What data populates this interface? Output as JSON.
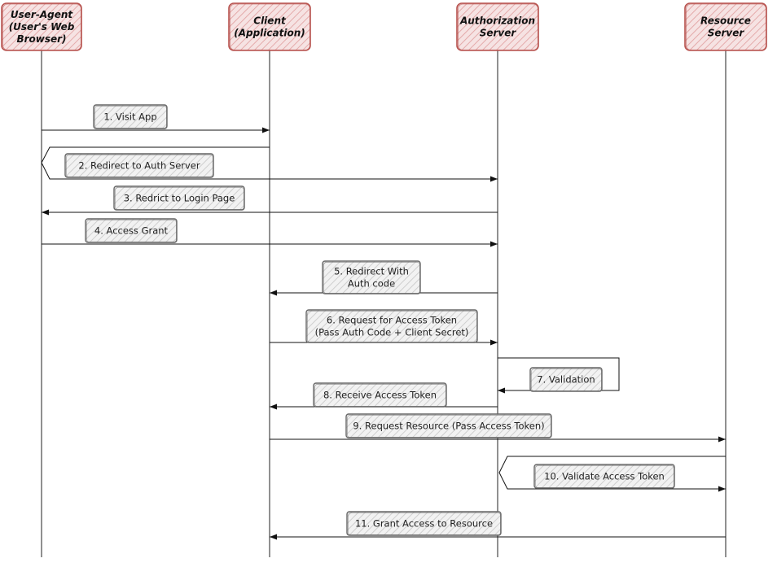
{
  "actors": [
    {
      "id": "ua",
      "lines": [
        "User-Agent",
        "(User's Web",
        "Browser)"
      ]
    },
    {
      "id": "client",
      "lines": [
        "Client",
        "(Application)"
      ]
    },
    {
      "id": "auth",
      "lines": [
        "Authorization",
        "Server"
      ]
    },
    {
      "id": "res",
      "lines": [
        "Resource",
        "Server"
      ]
    }
  ],
  "messages": [
    {
      "n": 1,
      "lines": [
        "1. Visit App"
      ]
    },
    {
      "n": 2,
      "lines": [
        "2. Redirect to Auth Server"
      ]
    },
    {
      "n": 3,
      "lines": [
        "3. Redrict to Login Page"
      ]
    },
    {
      "n": 4,
      "lines": [
        "4. Access Grant"
      ]
    },
    {
      "n": 5,
      "lines": [
        "5. Redirect With",
        "Auth code"
      ]
    },
    {
      "n": 6,
      "lines": [
        "6. Request for Access Token",
        "(Pass Auth Code + Client Secret)"
      ]
    },
    {
      "n": 7,
      "lines": [
        "7. Validation"
      ]
    },
    {
      "n": 8,
      "lines": [
        "8. Receive Access Token"
      ]
    },
    {
      "n": 9,
      "lines": [
        "9. Request Resource (Pass Access Token)"
      ]
    },
    {
      "n": 10,
      "lines": [
        "10. Validate Access Token"
      ]
    },
    {
      "n": 11,
      "lines": [
        "11. Grant Access to Resource"
      ]
    }
  ],
  "colors": {
    "actor_fill": "#f2d5d5",
    "actor_border": "#b85450",
    "label_fill": "#f0f0f0",
    "label_border": "#666666",
    "hatch": "#c8c8c8",
    "line": "#111111"
  }
}
